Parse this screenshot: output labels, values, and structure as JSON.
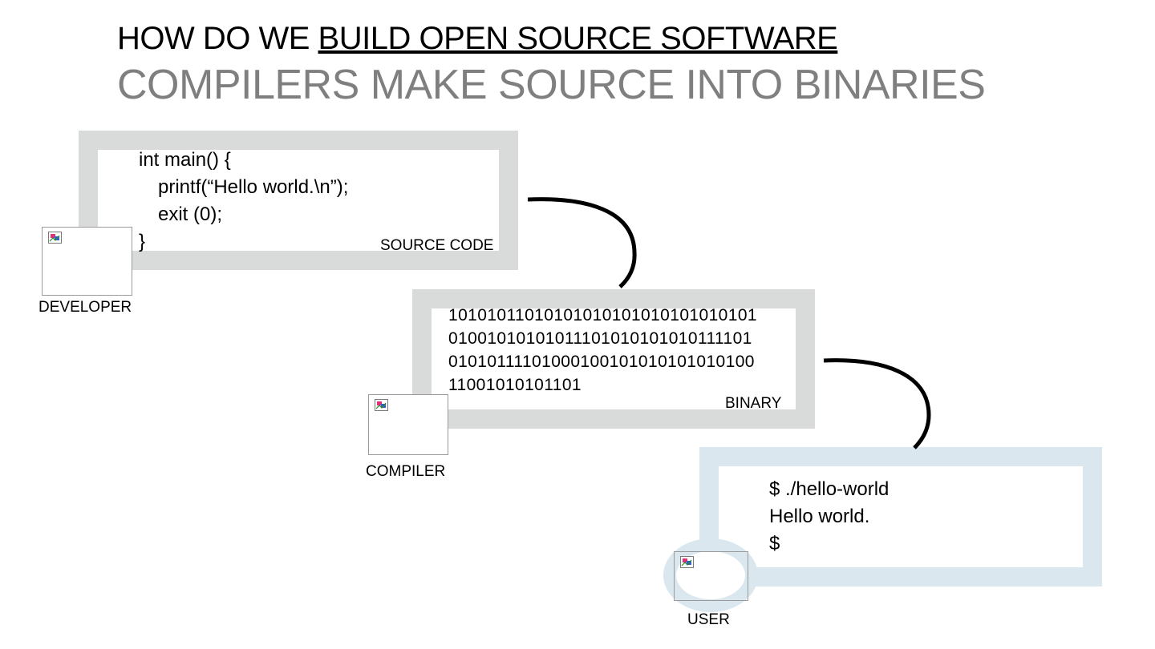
{
  "slide": {
    "title_prefix": "HOW DO WE ",
    "title_emphasis": "BUILD OPEN SOURCE SOFTWARE",
    "subtitle": "COMPILERS MAKE SOURCE INTO BINARIES"
  },
  "colors": {
    "subtitle": "#7f7f7f",
    "gray_frame": "#d9dada",
    "blue_frame": "#dae7ee",
    "connector": "#000000"
  },
  "source_box": {
    "code_lines": [
      "int main() {",
      "printf(“Hello world.\\n”);",
      "exit (0);",
      "}"
    ],
    "label": "SOURCE CODE"
  },
  "binary_box": {
    "lines": [
      "10101011010101010101010101010101",
      "01001010101011101010101010111101",
      "01010111101000100101010101010100",
      "11001010101101"
    ],
    "label": "BINARY"
  },
  "terminal_box": {
    "lines": [
      "$ ./hello-world",
      "Hello world.",
      "$"
    ]
  },
  "actors": {
    "developer": {
      "label": "DEVELOPER",
      "icon": "broken-image-icon"
    },
    "compiler": {
      "label": "COMPILER",
      "icon": "broken-image-icon"
    },
    "user": {
      "label": "USER",
      "icon": "broken-image-icon"
    }
  }
}
